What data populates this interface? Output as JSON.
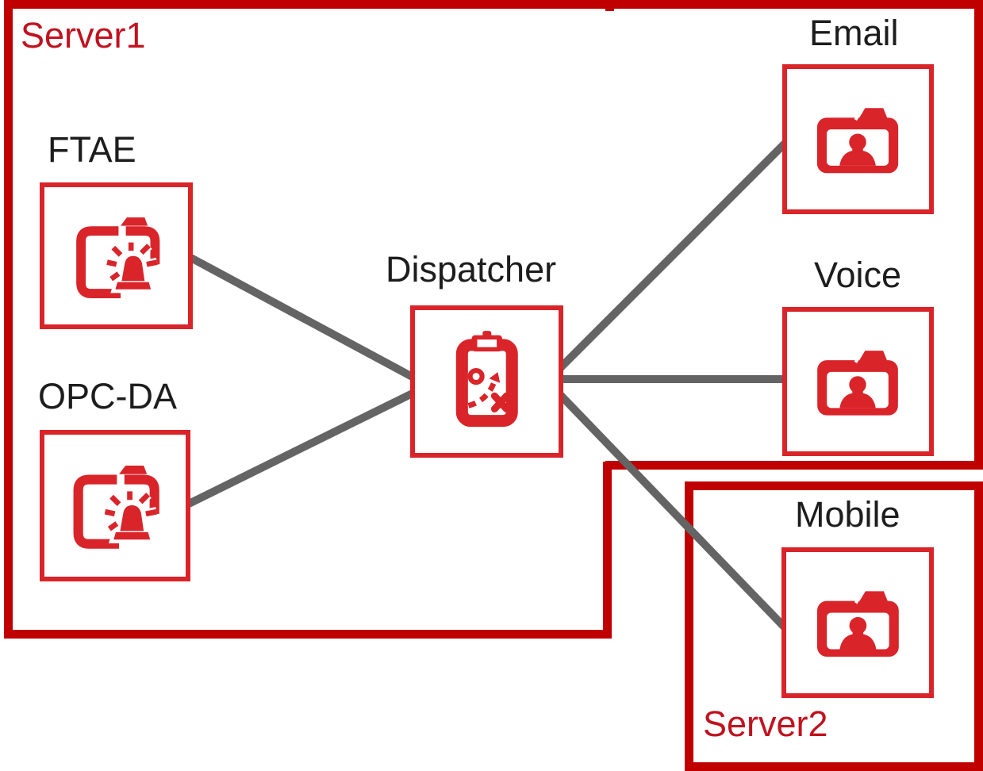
{
  "diagram": {
    "containers": [
      {
        "id": "server1",
        "label": "Server1"
      },
      {
        "id": "output-group",
        "label": ""
      },
      {
        "id": "server2",
        "label": "Server2"
      }
    ],
    "nodes": [
      {
        "id": "ftae",
        "label": "FTAE",
        "icon": "alarm-folder-icon"
      },
      {
        "id": "opc-da",
        "label": "OPC-DA",
        "icon": "alarm-folder-icon"
      },
      {
        "id": "dispatcher",
        "label": "Dispatcher",
        "icon": "strategy-clipboard-icon"
      },
      {
        "id": "email",
        "label": "Email",
        "icon": "contact-folder-icon"
      },
      {
        "id": "voice",
        "label": "Voice",
        "icon": "contact-folder-icon"
      },
      {
        "id": "mobile",
        "label": "Mobile",
        "icon": "contact-folder-icon"
      }
    ],
    "edges": [
      {
        "from": "ftae",
        "to": "dispatcher"
      },
      {
        "from": "opc-da",
        "to": "dispatcher"
      },
      {
        "from": "dispatcher",
        "to": "email"
      },
      {
        "from": "dispatcher",
        "to": "voice"
      },
      {
        "from": "dispatcher",
        "to": "mobile"
      }
    ],
    "colors": {
      "container_border": "#c00000",
      "container_label": "#c1121f",
      "node_border": "#d9242a",
      "icon_red": "#d9242a",
      "node_label": "#1d1d1d",
      "connector": "#646464",
      "background": "#ffffff"
    }
  }
}
